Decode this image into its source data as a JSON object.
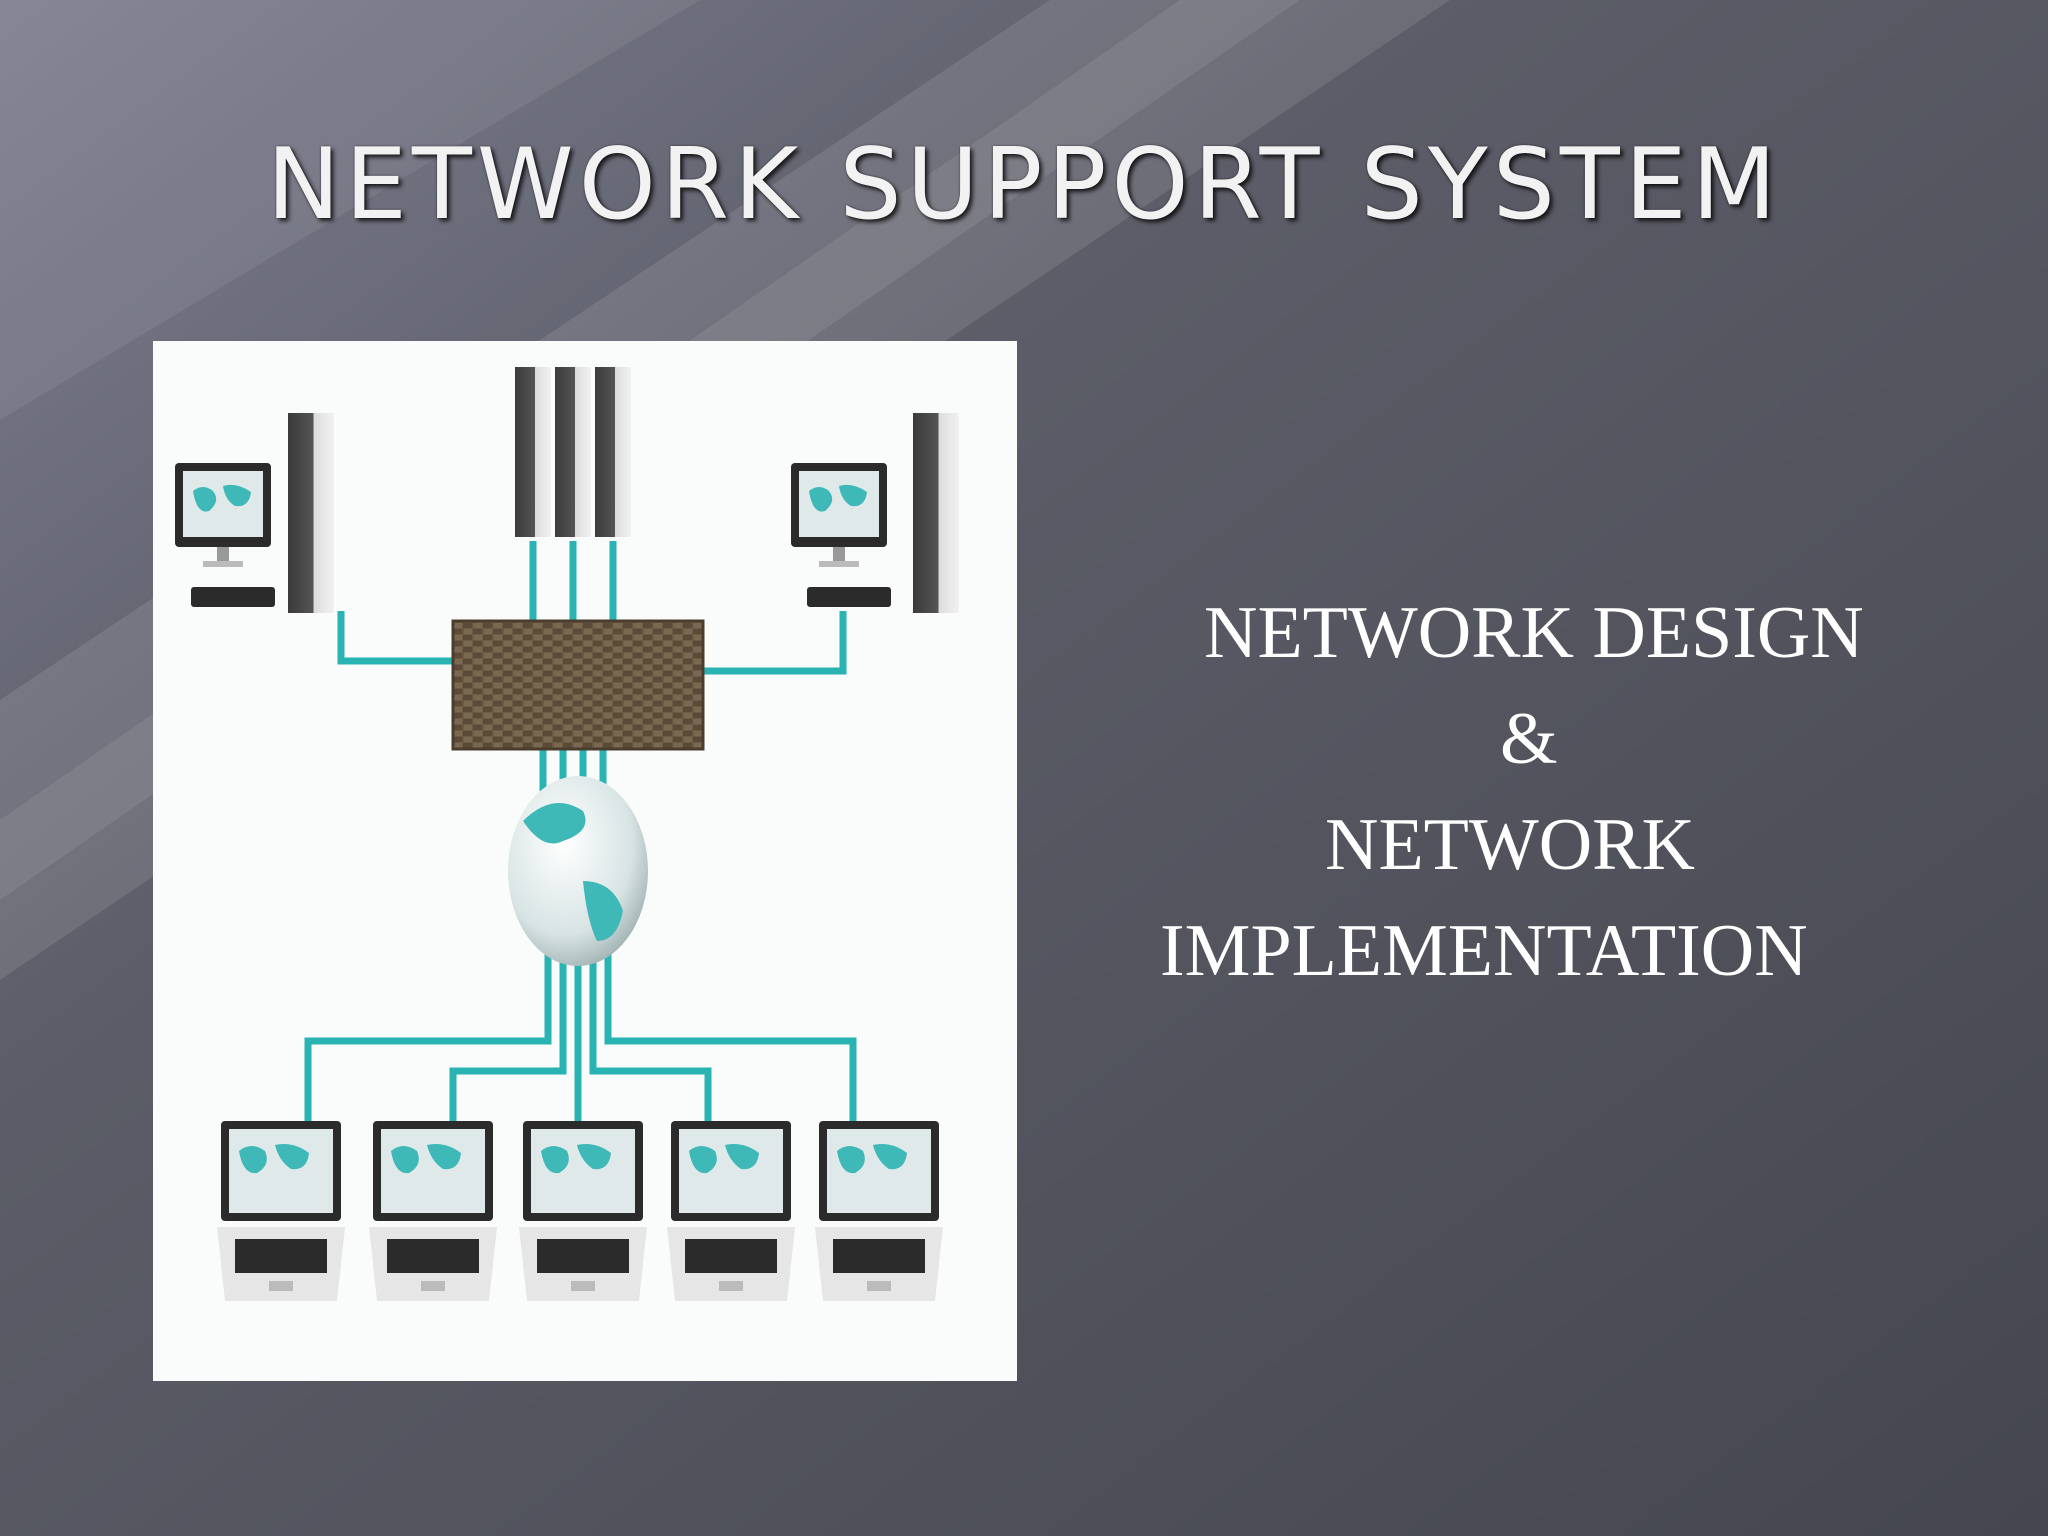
{
  "slide": {
    "title": "NETWORK SUPPORT SYSTEM",
    "subtitle": {
      "line1": "NETWORK DESIGN",
      "line2": "&",
      "line3": "NETWORK",
      "line4": "IMPLEMENTATION"
    }
  },
  "colors": {
    "background_dark": "#4a4b55",
    "background_light": "#8a8a9c",
    "cable": "#2ab3b3",
    "firewall": "#6e5a43",
    "globe": "#3fb8b8"
  }
}
